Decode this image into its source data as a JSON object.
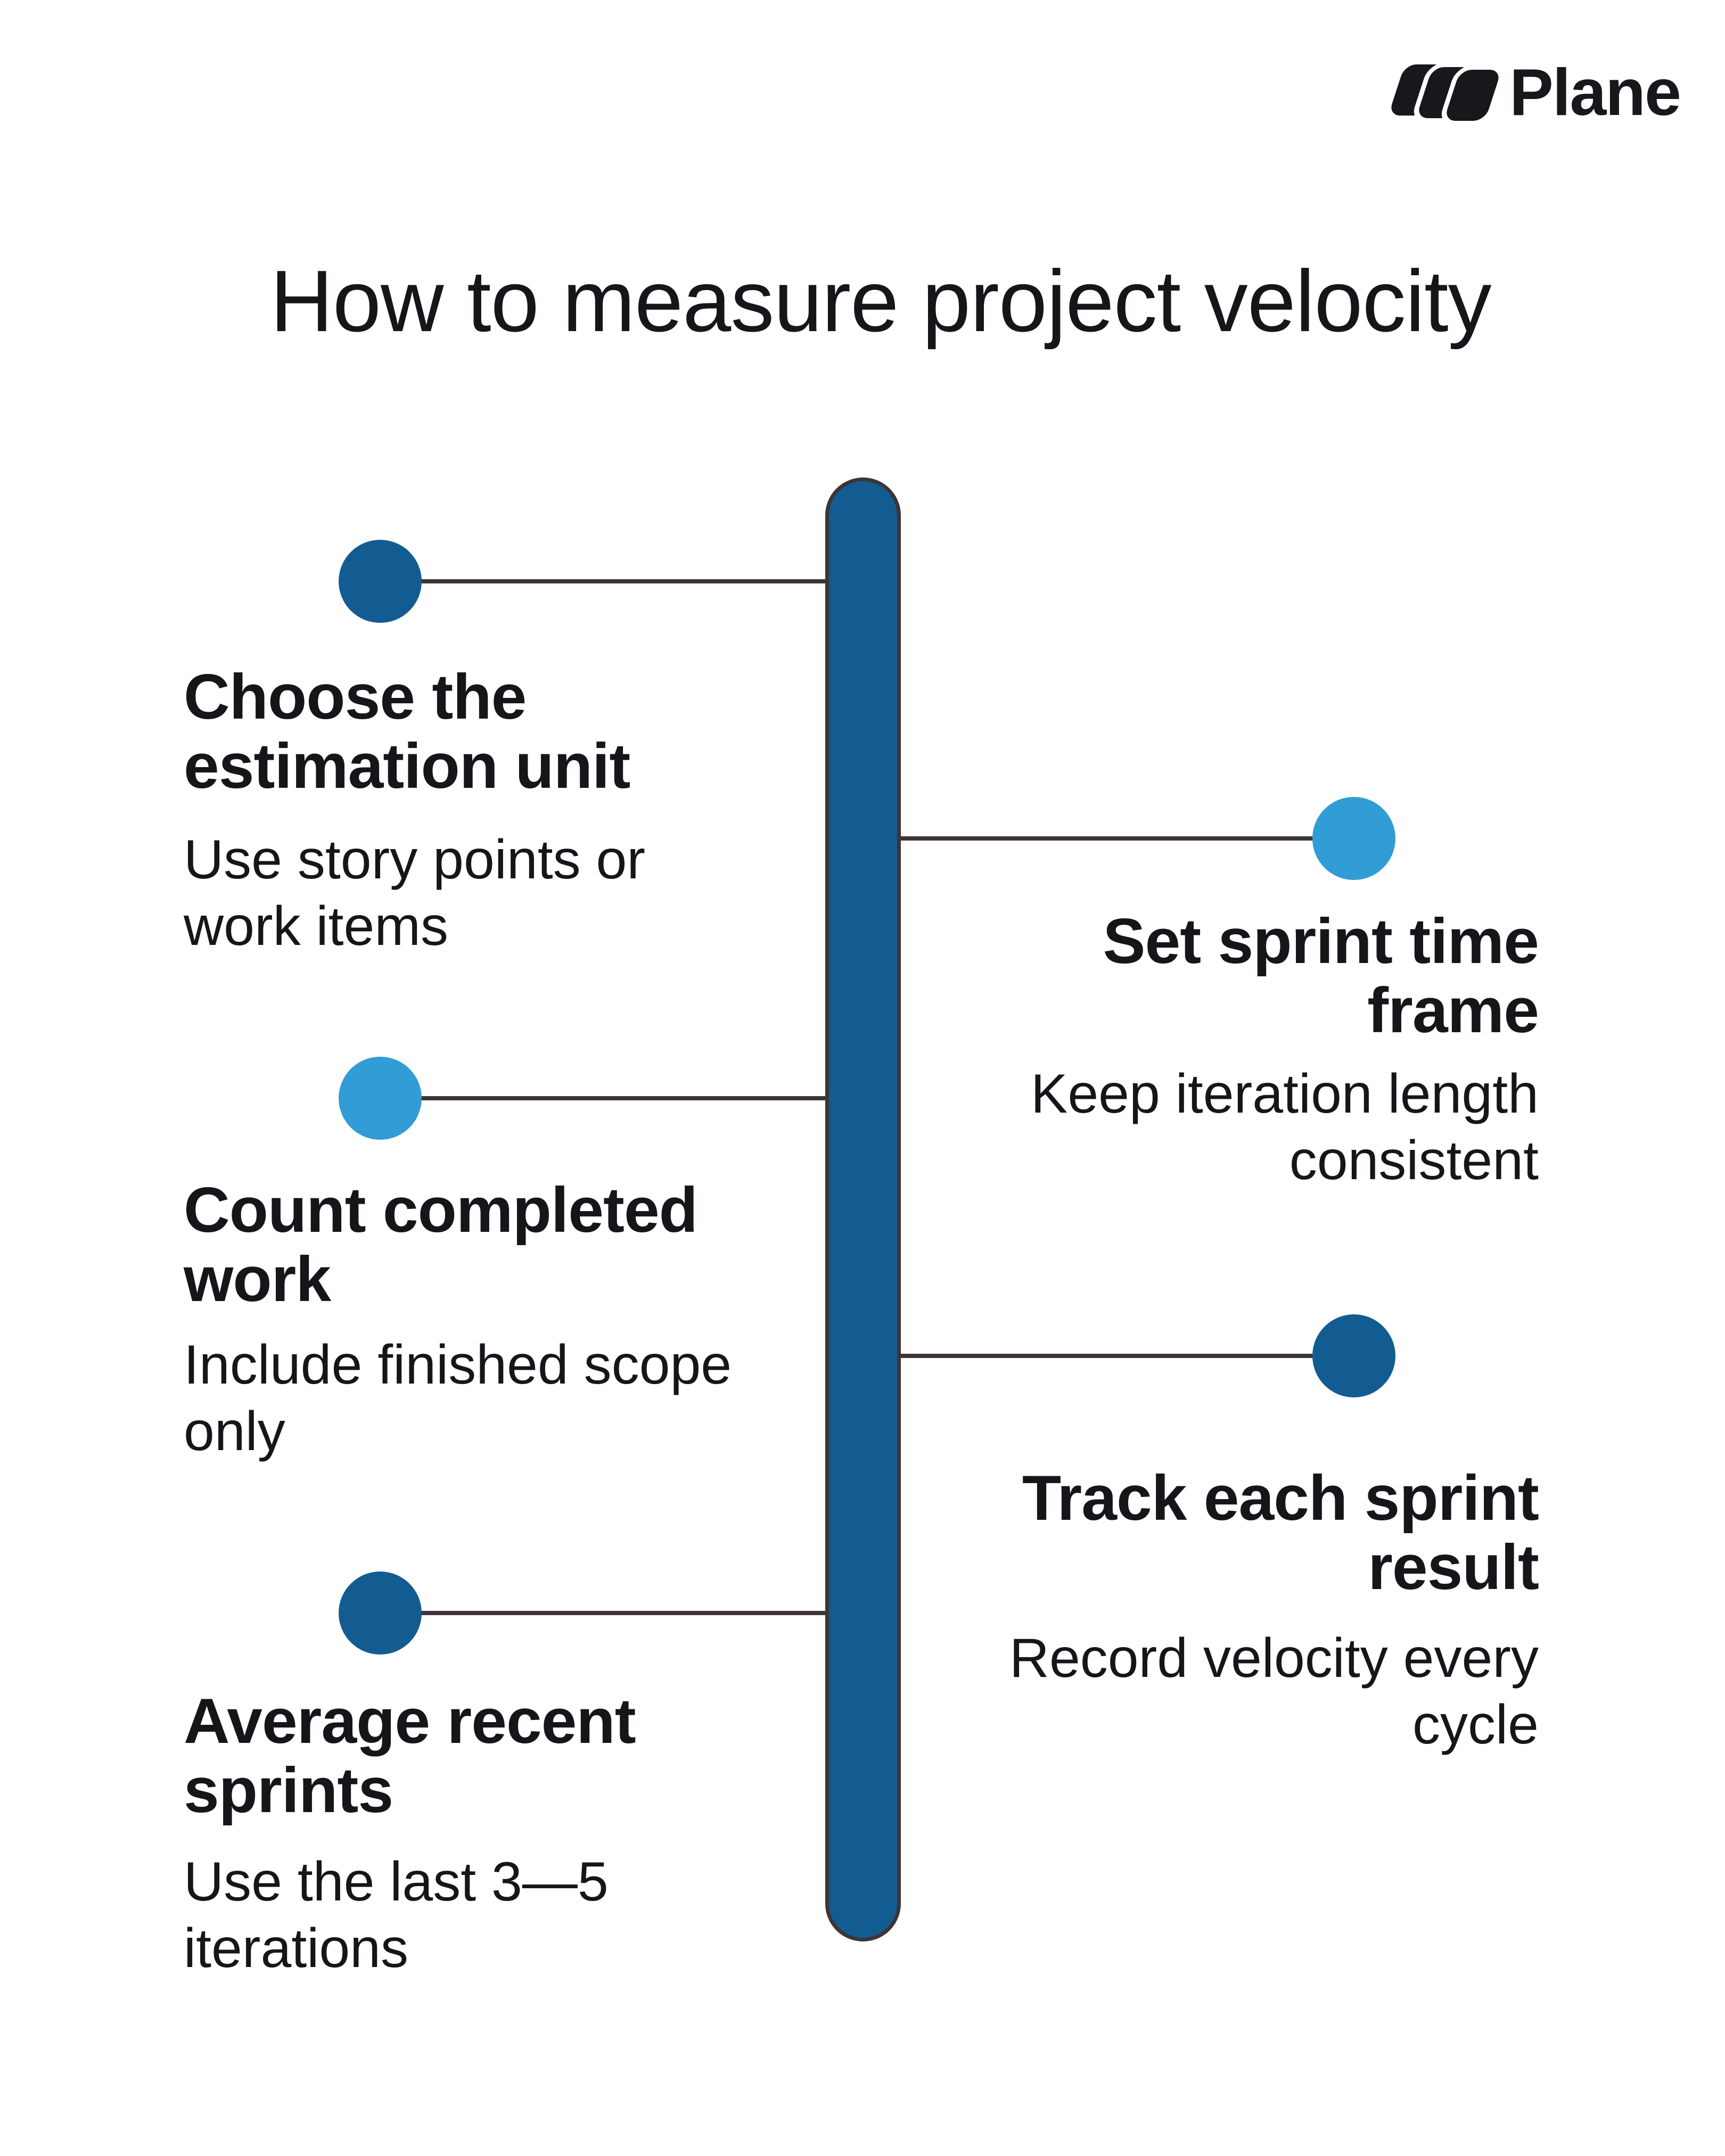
{
  "brand": {
    "name": "Plane",
    "logo_icon": "plane-logo-mark",
    "color": "#1A171C"
  },
  "title": "How to measure project velocity",
  "palette": {
    "dark_blue": "#135C92",
    "light_blue": "#319CD6",
    "connector_line": "#3E3436",
    "text": "#17151A",
    "background": "#FFFFFF"
  },
  "timeline": {
    "orientation": "vertical",
    "spine_color": "#135C92",
    "stop_count": 5
  },
  "steps": [
    {
      "side": "left",
      "dot_color": "dark_blue",
      "heading_lines": [
        "Choose the",
        "estimation unit"
      ],
      "body_lines": [
        "Use story points or",
        "work items"
      ]
    },
    {
      "side": "right",
      "dot_color": "light_blue",
      "heading_lines": [
        "Set sprint time",
        "frame"
      ],
      "body_lines": [
        "Keep iteration length",
        "consistent"
      ]
    },
    {
      "side": "left",
      "dot_color": "light_blue",
      "heading_lines": [
        "Count completed",
        "work"
      ],
      "body_lines": [
        "Include finished scope",
        "only"
      ]
    },
    {
      "side": "right",
      "dot_color": "dark_blue",
      "heading_lines": [
        "Track each sprint",
        "result"
      ],
      "body_lines": [
        "Record velocity every",
        "cycle"
      ]
    },
    {
      "side": "left",
      "dot_color": "dark_blue",
      "heading_lines": [
        "Average recent",
        "sprints"
      ],
      "body_lines": [
        "Use the last 3—5",
        "iterations"
      ]
    }
  ]
}
